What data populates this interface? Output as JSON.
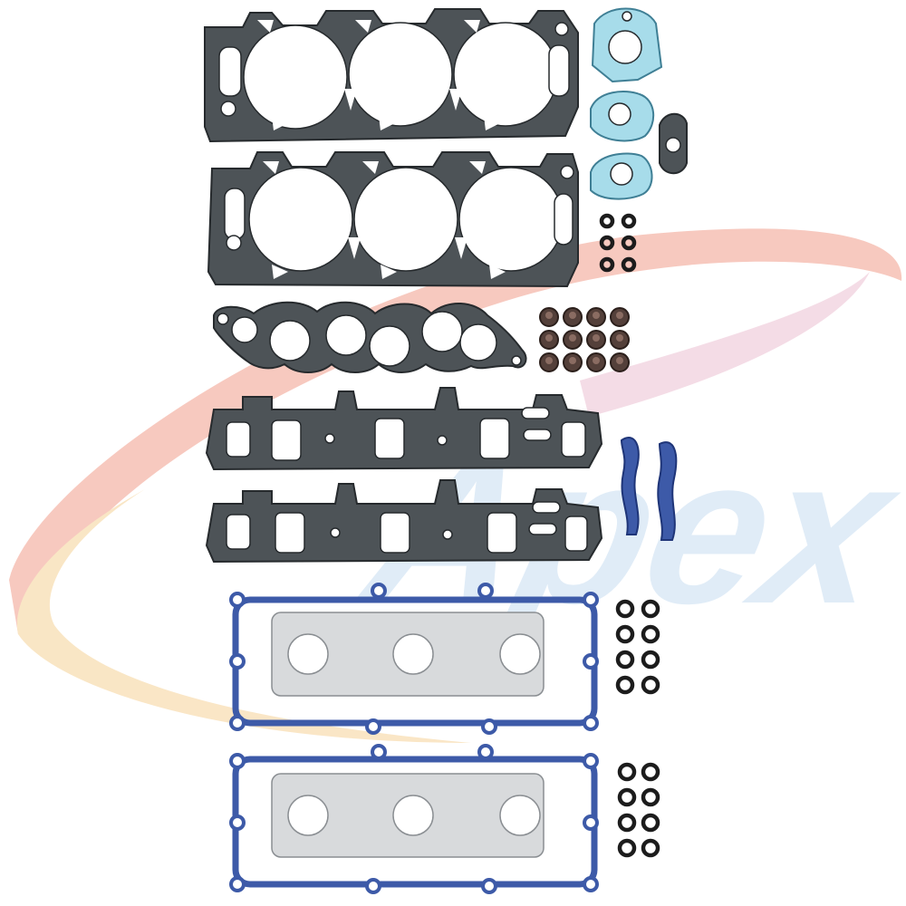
{
  "photo": {
    "subject": "engine-cylinder-head-gasket-set",
    "watermark": {
      "text": "Apex",
      "swoosh_colors": [
        "#f6c0b4",
        "#f9e2bc",
        "#f3d7e2"
      ],
      "letter_color": "#dbe9f6"
    },
    "colors": {
      "gasket_dark": "#4d5357",
      "gasket_edge": "#262a2d",
      "gasket_cutout": "#ffffff",
      "light_blue_gasket": "#a7dcea",
      "light_blue_edge": "#3f7f95",
      "blue_seal": "#3d5aa8",
      "blue_seal_edge": "#1f3578",
      "exhaust_gasket": "#d8dadc",
      "valve_seal": "#54403a",
      "o_ring": "#1c1c1c"
    },
    "parts": [
      {
        "id": "head-gasket-upper"
      },
      {
        "id": "head-gasket-lower"
      },
      {
        "id": "intake-plenum-gasket"
      },
      {
        "id": "intake-manifold-gasket-upper"
      },
      {
        "id": "intake-manifold-gasket-lower"
      },
      {
        "id": "valve-cover-gasket-upper"
      },
      {
        "id": "valve-cover-gasket-lower"
      },
      {
        "id": "exhaust-gasket-upper"
      },
      {
        "id": "exhaust-gasket-lower"
      },
      {
        "id": "thermostat-gasket"
      },
      {
        "id": "egr-gasket-small"
      },
      {
        "id": "egr-gasket-large"
      },
      {
        "id": "egr-gasket-dark"
      },
      {
        "id": "valve-stem-seals"
      },
      {
        "id": "o-ring-set-a"
      },
      {
        "id": "o-ring-set-b"
      },
      {
        "id": "o-ring-set-c"
      },
      {
        "id": "timing-cover-seal-strips"
      }
    ]
  }
}
